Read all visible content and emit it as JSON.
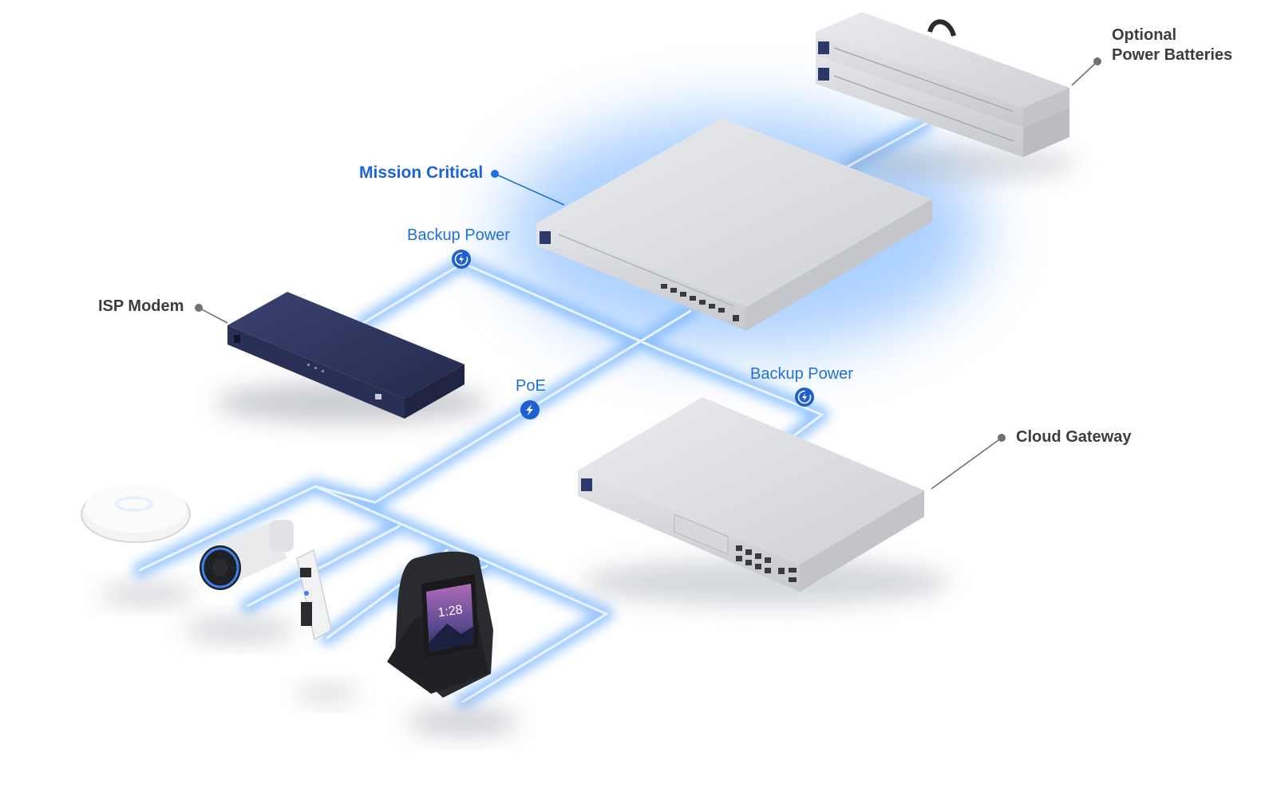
{
  "diagram": {
    "labels": {
      "optional_power_batteries_line1": "Optional",
      "optional_power_batteries_line2": "Power Batteries",
      "mission_critical": "Mission Critical",
      "backup_power_top": "Backup Power",
      "isp_modem": "ISP Modem",
      "poe": "PoE",
      "backup_power_right": "Backup Power",
      "cloud_gateway": "Cloud Gateway",
      "phone_clock": "1:28"
    },
    "icons": {
      "backup_power": "backup-power-icon",
      "poe": "lightning-icon"
    },
    "colors": {
      "accent_blue": "#1f6fde",
      "glow_blue": "#6fb0ff",
      "label_dark": "#3c3d40",
      "device_silver": "#dcdde0",
      "modem_navy": "#2c3358",
      "phone_black": "#2a2b2e"
    }
  }
}
